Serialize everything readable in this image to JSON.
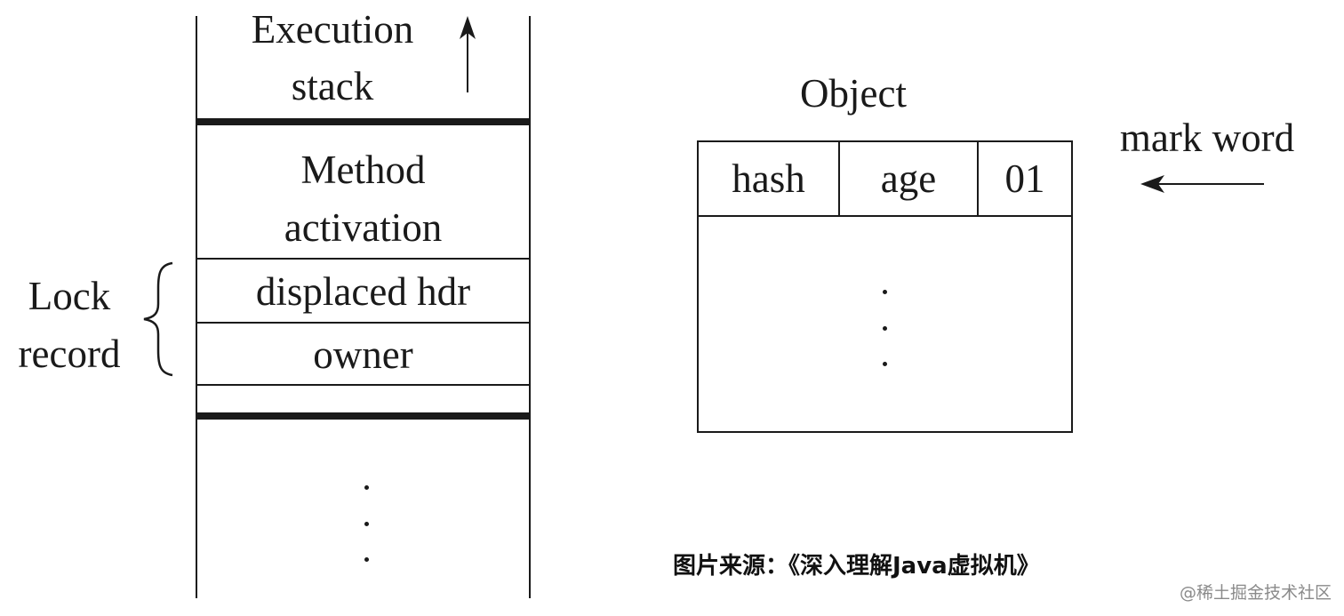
{
  "stack": {
    "header_line1": "Execution",
    "header_line2": "stack",
    "method_line1": "Method",
    "method_line2": "activation",
    "displaced_hdr": "displaced hdr",
    "owner": "owner"
  },
  "lock_record": {
    "line1": "Lock",
    "line2": "record"
  },
  "object": {
    "title": "Object",
    "cells": [
      "hash",
      "age",
      "01"
    ]
  },
  "mark_word": {
    "label": "mark word"
  },
  "caption": "图片来源：《深入理解Java虚拟机》",
  "watermark": "@稀土掘金技术社区"
}
